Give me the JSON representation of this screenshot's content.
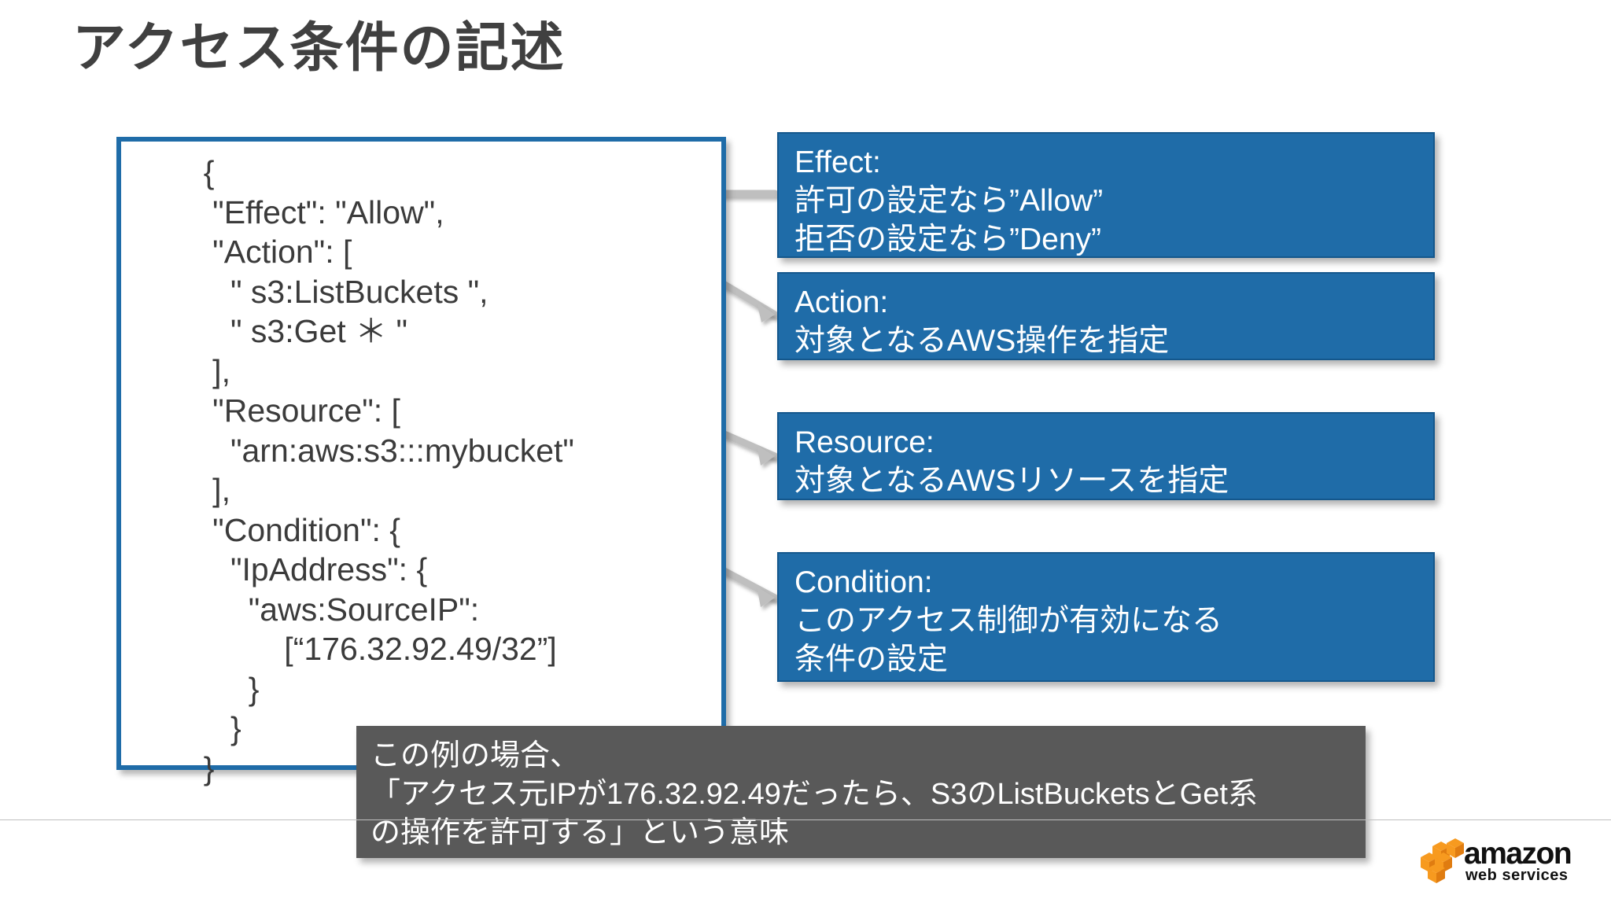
{
  "slide": {
    "title": "アクセス条件の記述",
    "title_color": "#404040",
    "accent_blue": "#1F6CA8",
    "summary_gray": "#595959",
    "connector_gray": "#BFBFBF",
    "logo_orange": "#F79A1F"
  },
  "code_block": {
    "lines": [
      "  {",
      "   \"Effect\": \"Allow\",",
      "   \"Action\": [",
      "     \" s3:ListBuckets \",",
      "     \" s3:Get ＊ \"",
      "   ],",
      "   \"Resource\": [",
      "     \"arn:aws:s3:::mybucket\"",
      "   ],",
      "   \"Condition\": {",
      "     \"IpAddress\": {",
      "       \"aws:SourceIP\":",
      "           [“176.32.92.49/32”]",
      "       }",
      "     }",
      "  }"
    ]
  },
  "callouts": [
    {
      "key": "effect",
      "title": "Effect:",
      "lines": [
        "許可の設定なら”Allow”",
        "拒否の設定なら”Deny”"
      ]
    },
    {
      "key": "action",
      "title": "Action:",
      "lines": [
        "対象となるAWS操作を指定"
      ]
    },
    {
      "key": "resource",
      "title": "Resource:",
      "lines": [
        "対象となるAWSリソースを指定"
      ]
    },
    {
      "key": "condition",
      "title": "Condition:",
      "lines": [
        "このアクセス制御が有効になる",
        "条件の設定"
      ]
    }
  ],
  "summary": {
    "lines": [
      "この例の場合、",
      "「アクセス元IPが176.32.92.49だったら、S3のListBucketsとGet系",
      "の操作を許可する」という意味"
    ]
  },
  "logo": {
    "word": "amazon",
    "sub": "web services"
  }
}
